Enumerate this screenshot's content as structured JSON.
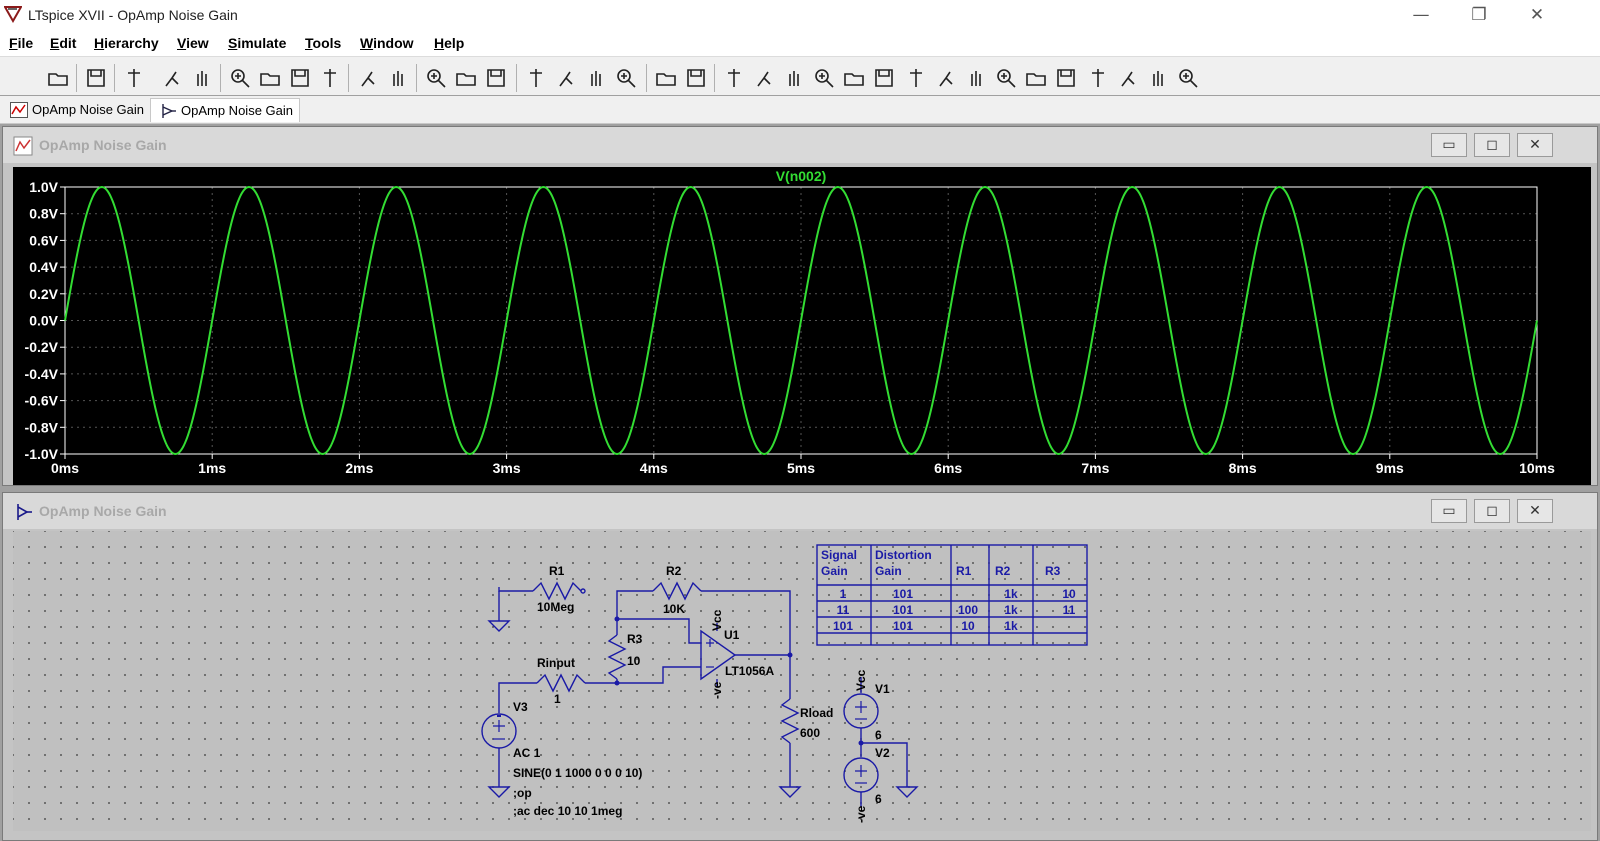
{
  "window": {
    "title": "LTspice XVII - OpAmp Noise Gain",
    "minimize": "—",
    "restore": "❐",
    "close": "✕"
  },
  "menu": [
    {
      "label": "File",
      "underline": "F",
      "rest": "ile"
    },
    {
      "label": "Edit",
      "underline": "E",
      "rest": "dit"
    },
    {
      "label": "Hierarchy",
      "underline": "H",
      "rest": "ierarchy"
    },
    {
      "label": "View",
      "underline": "V",
      "rest": "iew"
    },
    {
      "label": "Simulate",
      "underline": "S",
      "rest": "imulate"
    },
    {
      "label": "Tools",
      "underline": "T",
      "rest": "ools"
    },
    {
      "label": "Window",
      "underline": "W",
      "rest": "indow"
    },
    {
      "label": "Help",
      "underline": "H",
      "rest": "elp"
    }
  ],
  "toolbar_icons": [
    "open-icon",
    "save-icon",
    "control-panel-icon",
    "run-icon",
    "halt-icon",
    "zoom-in-icon",
    "zoom-area-icon",
    "zoom-out-icon",
    "zoom-cancel-icon",
    "autorange-icon",
    "mark-data-icon",
    "tile-horizontal-icon",
    "cascade-icon",
    "tile-vertical-icon",
    "cut-icon",
    "copy-icon",
    "paste-icon",
    "find-icon",
    "print-icon",
    "print-setup-icon",
    "draw-wire-icon",
    "ground-icon",
    "label-net-icon",
    "resistor-icon",
    "capacitor-icon",
    "inductor-icon",
    "diode-icon",
    "component-icon",
    "move-icon",
    "drag-icon",
    "undo-icon",
    "redo-icon",
    "rotate-icon",
    "mirror-icon",
    "text-icon",
    "spice-directive-icon"
  ],
  "tabs": [
    {
      "label": "OpAmp Noise Gain",
      "icon": "waveform-tab-icon",
      "active": false
    },
    {
      "label": "OpAmp Noise Gain",
      "icon": "schematic-tab-icon",
      "active": true
    }
  ],
  "plot_window": {
    "title": "OpAmp Noise Gain",
    "icon": "waveform-window-icon"
  },
  "schematic_window": {
    "title": "OpAmp Noise Gain",
    "icon": "schematic-window-icon"
  },
  "mdi_buttons": {
    "minimize": "▭",
    "maximize": "◻",
    "close": "✕"
  },
  "colors": {
    "trace": "#33dd33",
    "plot_bg": "#000000",
    "grid": "#555555",
    "schematic_wire": "#1a1aa6",
    "table_text": "#1a1aa6"
  },
  "chart_data": {
    "type": "line",
    "title": "V(n002)",
    "xlabel": "",
    "ylabel": "",
    "xlim": [
      0,
      10
    ],
    "ylim": [
      -1.0,
      1.0
    ],
    "x_unit": "ms",
    "x_ticks": [
      "0ms",
      "1ms",
      "2ms",
      "3ms",
      "4ms",
      "5ms",
      "6ms",
      "7ms",
      "8ms",
      "9ms",
      "10ms"
    ],
    "y_ticks": [
      "1.0V",
      "0.8V",
      "0.6V",
      "0.4V",
      "0.2V",
      "0.0V",
      "-0.2V",
      "-0.4V",
      "-0.6V",
      "-0.8V",
      "-1.0V"
    ],
    "grid": true,
    "series": [
      {
        "name": "V(n002)",
        "function": "sine",
        "amplitude": 1.0,
        "offset": 0,
        "frequency_hz": 1000,
        "cycles": 10
      }
    ]
  },
  "schematic": {
    "labels": {
      "r1": "R1",
      "r1v": "10Meg",
      "r2": "R2",
      "r2v": "10K",
      "r3": "R3",
      "r3v": "10",
      "rin": "Rinput",
      "rinv": "1",
      "u1": "U1",
      "u1v": "LT1056A",
      "rload": "Rload",
      "rloadv": "600",
      "v1": "V1",
      "v1v": "6",
      "v2": "V2",
      "v2v": "6",
      "v3": "V3",
      "vcc1": "Vcc",
      "vee1": "-ve",
      "vcc2": "Vcc",
      "vee2": "-ve",
      "ac": "AC 1",
      "sine": "SINE(0 1 1000 0 0 0 10)",
      "op": ";op",
      "acdir": ";ac dec 10 10 1meg"
    },
    "table": {
      "headers": [
        [
          "Signal",
          "Gain"
        ],
        [
          "Distortion",
          "Gain"
        ],
        [
          "R1",
          ""
        ],
        [
          "R2",
          ""
        ],
        [
          "R3",
          ""
        ]
      ],
      "rows": [
        [
          "1",
          "101",
          "",
          "1k",
          "10"
        ],
        [
          "11",
          "101",
          "100",
          "1k",
          "11"
        ],
        [
          "101",
          "101",
          "10",
          "1k",
          ""
        ]
      ]
    }
  }
}
